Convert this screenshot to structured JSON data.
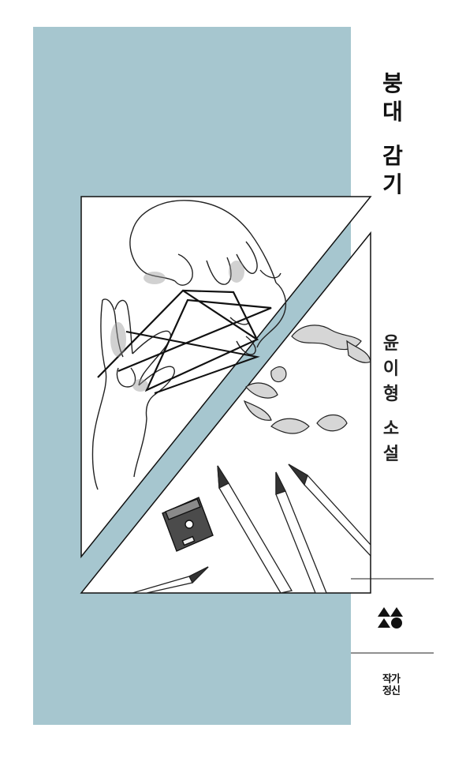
{
  "cover": {
    "title_chars": [
      "붕",
      "대",
      "감",
      "기"
    ],
    "author_chars": [
      "윤",
      "이",
      "형",
      "소",
      "설"
    ],
    "publisher_lines": [
      "작가",
      "정신"
    ],
    "colors": {
      "panel": "#a6c6cf",
      "ink": "#111111",
      "background": "#ffffff"
    },
    "logo_icon": "triangle-triangle-circle-logo"
  }
}
